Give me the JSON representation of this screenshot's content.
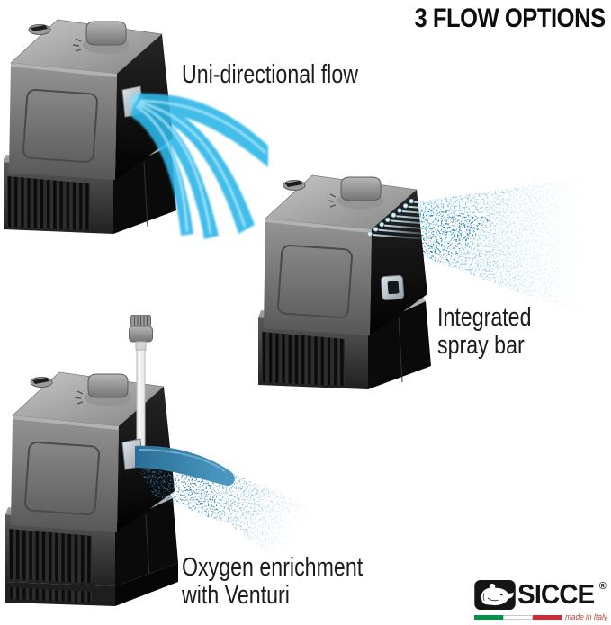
{
  "title": "3 FLOW OPTIONS",
  "options": [
    {
      "name": "uni-directional-flow",
      "lines": [
        "Uni-directional flow"
      ]
    },
    {
      "name": "integrated-spray-bar",
      "lines": [
        "Integrated",
        "spray bar"
      ]
    },
    {
      "name": "oxygen-enrichment-venturi",
      "lines": [
        "Oxygen enrichment",
        "with Venturi"
      ]
    }
  ],
  "illustrations": [
    {
      "name": "pump-uni-directional",
      "depicts": "aquarium internal filter pump with single nozzle and fanned water streams"
    },
    {
      "name": "pump-integrated-spray-bar",
      "depicts": "aquarium internal filter pump with row of spray-bar holes emitting wide mist"
    },
    {
      "name": "pump-oxygen-venturi",
      "depicts": "aquarium internal filter pump with venturi air tube and aerated jet"
    }
  ],
  "brand": {
    "name": "SICCE",
    "registered_mark": "®",
    "tagline": "made in Italy",
    "logo_icon": "whale-icon",
    "flag_colors": [
      "#009246",
      "#ffffff",
      "#ce2b37"
    ]
  },
  "colors": {
    "flow_blue": "#2db6e8",
    "mist_blue": "#2d9ad2",
    "jet_teal": "#2f86b6",
    "pump_gray": "#8a8a8a",
    "pump_dark": "#111111",
    "text": "#1c1c1c"
  }
}
